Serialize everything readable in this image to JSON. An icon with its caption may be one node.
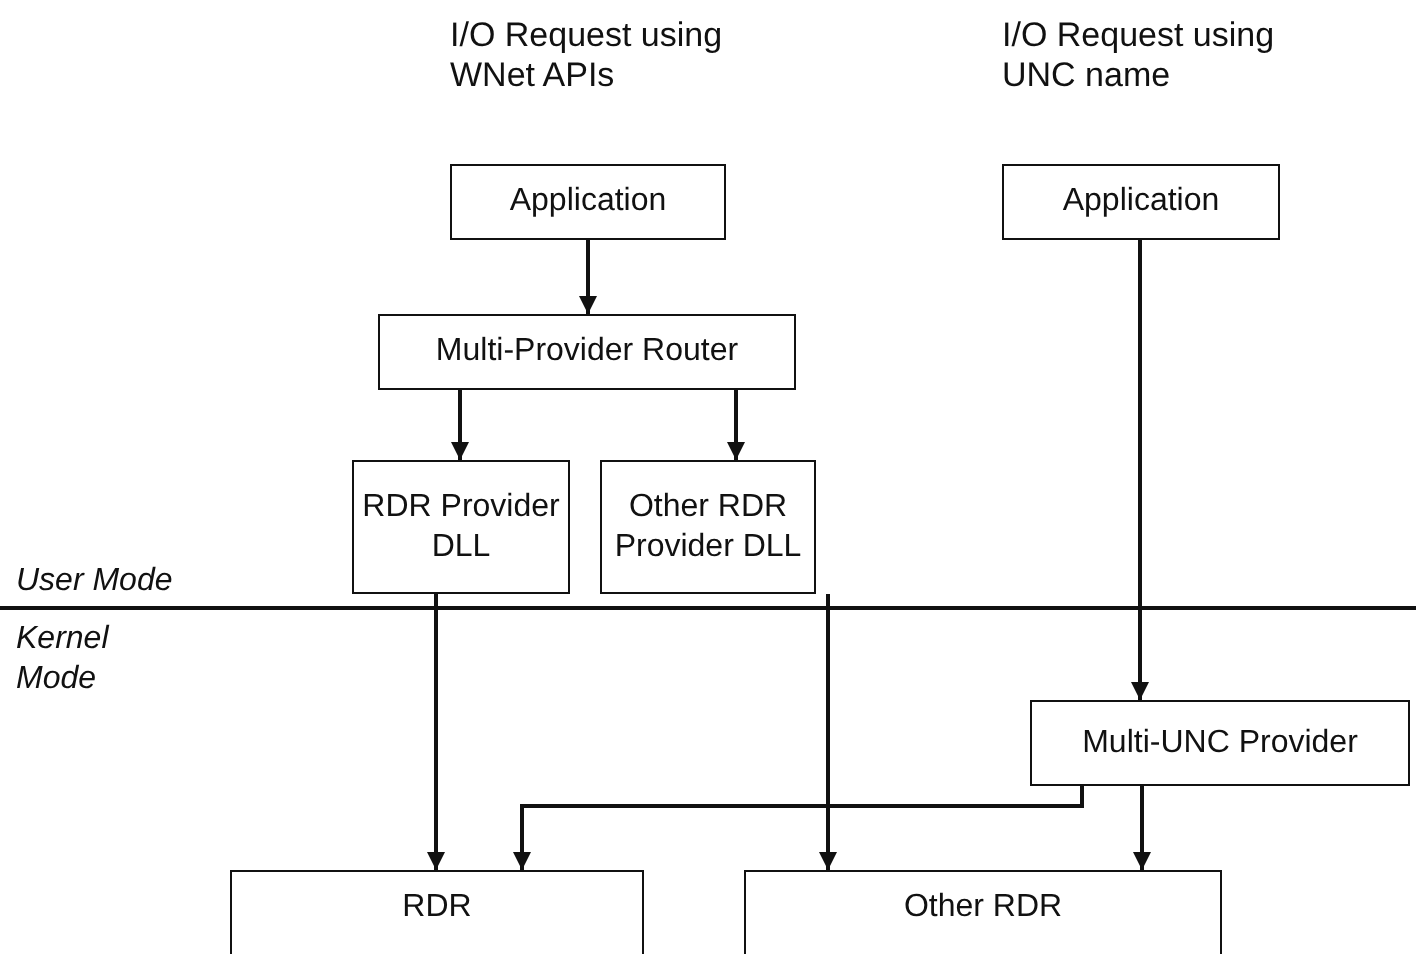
{
  "diagram": {
    "nodes": [
      {
        "text": [
          "Application"
        ],
        "beside": [
          "I/O Request using WNet APIs"
        ]
      },
      {
        "text": [
          "Application"
        ],
        "beside": [
          "I/O Request using UNC name"
        ]
      },
      {
        "text": [
          "Multi-Provider Router"
        ]
      },
      {
        "text": [
          "RDR Provider DLL"
        ]
      },
      {
        "text": [
          "Other RDR Provider DLL"
        ]
      },
      {
        "text": [
          "Multi-UNC Provider"
        ]
      },
      {
        "text": [
          "RDR"
        ]
      },
      {
        "text": [
          "Other RDR"
        ]
      }
    ],
    "edges": [
      {
        "from": 0,
        "to": 2,
        "arrow": "to"
      },
      {
        "from": 2,
        "to": 3,
        "arrow": "to"
      },
      {
        "from": 2,
        "to": 4,
        "arrow": "to"
      },
      {
        "from": 1,
        "to": 5,
        "arrow": "to"
      },
      {
        "from": 3,
        "to": 6,
        "arrow": "to"
      },
      {
        "from": 4,
        "to": 7,
        "arrow": "to"
      },
      {
        "from": 5,
        "to": 6,
        "arrow": "to"
      },
      {
        "from": 5,
        "to": 7,
        "arrow": "to"
      }
    ],
    "labels": [
      "User Mode",
      "Kernel Mode"
    ]
  }
}
